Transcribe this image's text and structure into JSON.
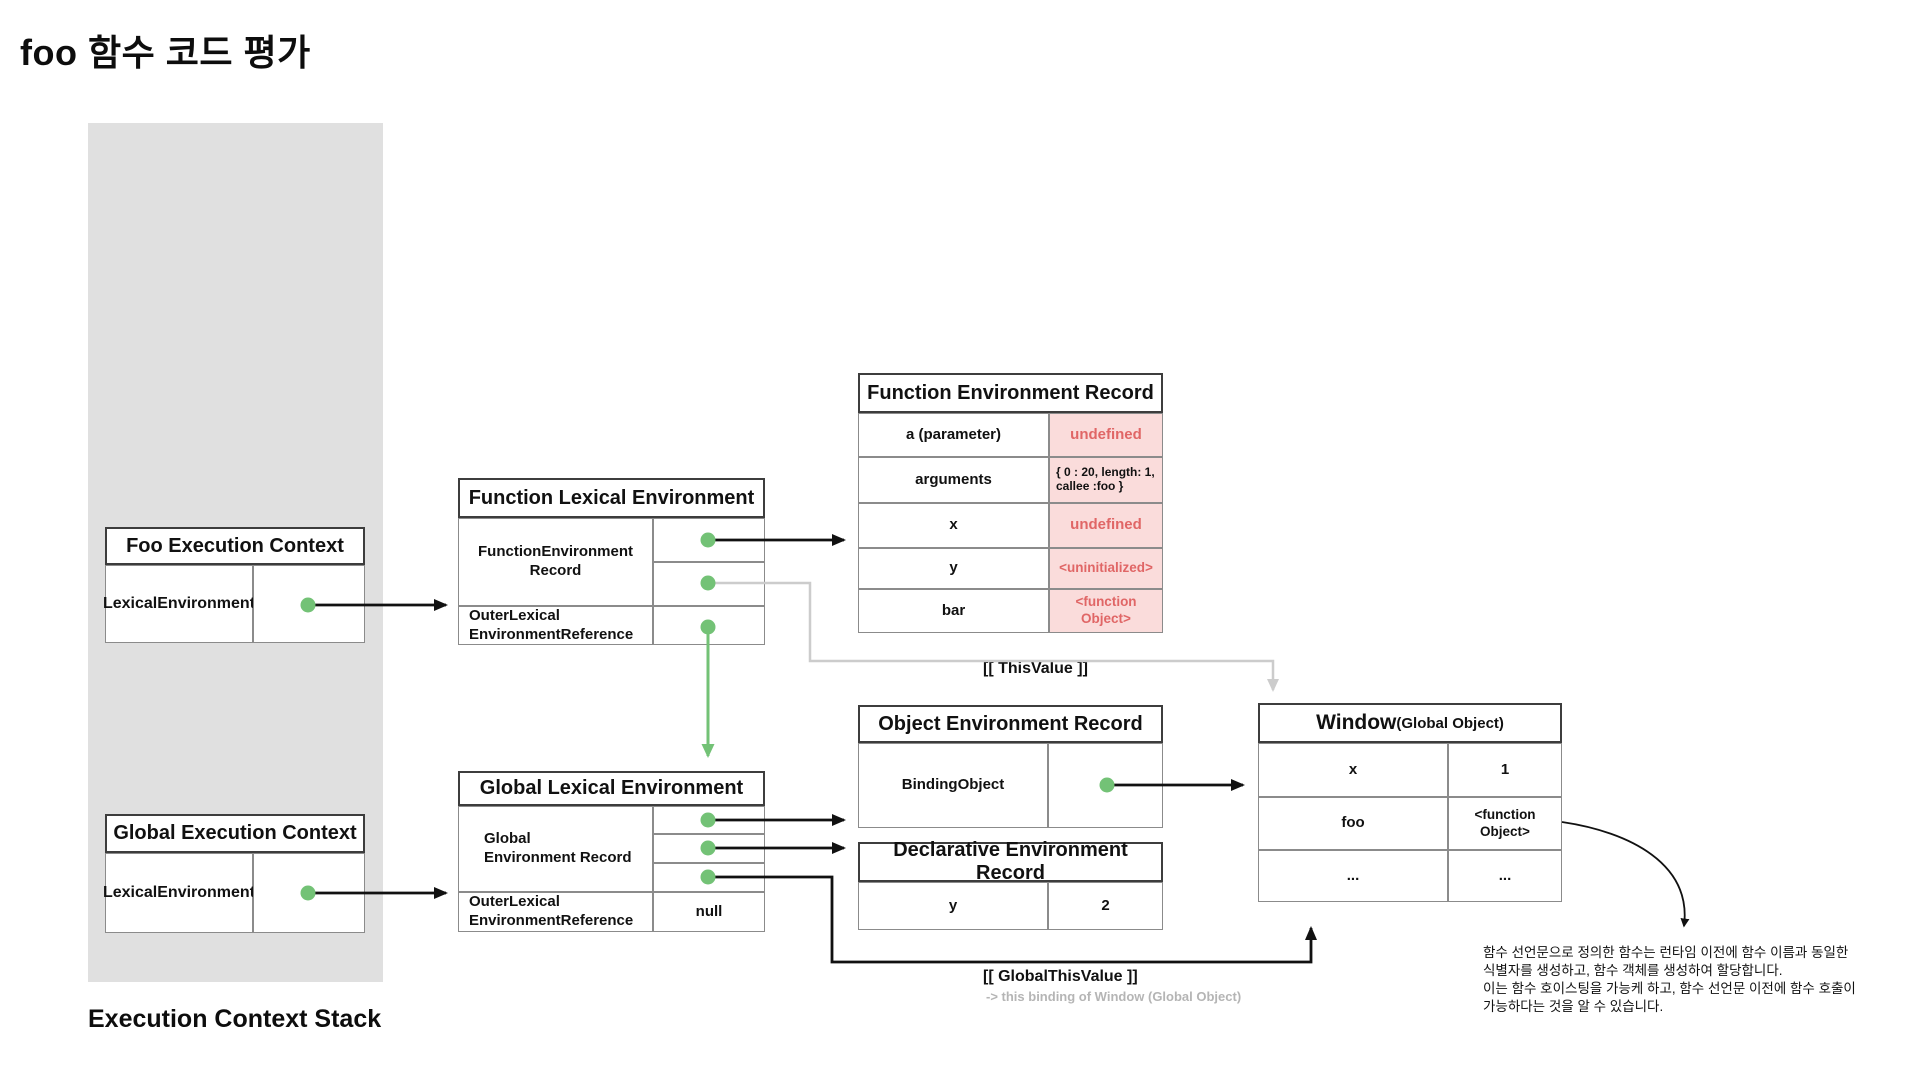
{
  "page": {
    "title": "foo 함수 코드 평가",
    "stack_label": "Execution Context Stack"
  },
  "colors": {
    "accent_green": "#73c276",
    "pink_bg": "#fadcdb",
    "red_text": "#e06666",
    "stack_gray": "#e0e0e0",
    "gray_line": "#cccccc",
    "gray_text": "#b5b5b5",
    "line_black": "#111111"
  },
  "boxes": {
    "foo_ec": {
      "title": "Foo Execution Context",
      "row_label": "LexicalEnvironment"
    },
    "global_ec": {
      "title": "Global Execution Context",
      "row_label": "LexicalEnvironment"
    },
    "fle": {
      "title": "Function Lexical Environment",
      "record_label": "FunctionEnvironment\nRecord",
      "outer_label": "OuterLexical\nEnvironmentReference"
    },
    "gle": {
      "title": "Global Lexical Environment",
      "record_label": "Global\nEnvironment Record",
      "outer_label": "OuterLexical\nEnvironmentReference",
      "outer_value": "null"
    },
    "fer": {
      "title": "Function Environment Record",
      "rows": [
        {
          "key": "a (parameter)",
          "value": "undefined"
        },
        {
          "key": "arguments",
          "value": "{ 0 : 20, length: 1,\ncallee :foo }"
        },
        {
          "key": "x",
          "value": "undefined"
        },
        {
          "key": "y",
          "value": "<uninitialized>"
        },
        {
          "key": "bar",
          "value": "<function Object>"
        }
      ]
    },
    "oer": {
      "title": "Object Environment Record",
      "row_label": "BindingObject"
    },
    "der": {
      "title": "Declarative Environment Record",
      "rows": [
        {
          "key": "y",
          "value": "2"
        }
      ]
    },
    "window": {
      "title_main": "Window",
      "title_sub": "(Global Object)",
      "rows": [
        {
          "key": "x",
          "value": "1"
        },
        {
          "key": "foo",
          "value": "<function Object>"
        },
        {
          "key": "...",
          "value": "..."
        }
      ]
    }
  },
  "labels": {
    "this_value": "[[ ThisValue ]]",
    "global_this_value": "[[ GlobalThisValue ]]",
    "global_this_sub": "-> this binding of Window (Global Object)",
    "annotation": "함수 선언문으로 정의한 함수는 런타임 이전에 함수 이름과 동일한\n식별자를 생성하고, 함수 객체를 생성하여 할당합니다.\n이는 함수 호이스팅을 가능케 하고, 함수 선언문 이전에 함수 호출이\n가능하다는 것을 알 수 있습니다."
  }
}
